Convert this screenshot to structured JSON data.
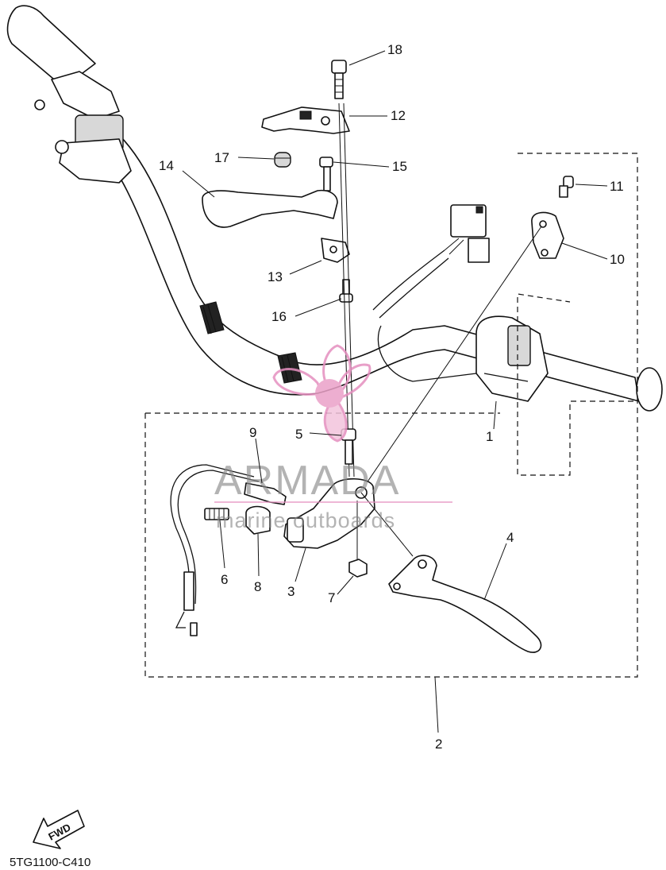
{
  "diagram_code": "5TG1100-C410",
  "fwd_label": "FWD",
  "watermark": {
    "brand": "ARMADA",
    "tagline": "marine outboards"
  },
  "callouts": [
    {
      "id": "c1",
      "label": "1"
    },
    {
      "id": "c2",
      "label": "2"
    },
    {
      "id": "c3",
      "label": "3"
    },
    {
      "id": "c4",
      "label": "4"
    },
    {
      "id": "c5",
      "label": "5"
    },
    {
      "id": "c6",
      "label": "6"
    },
    {
      "id": "c7",
      "label": "7"
    },
    {
      "id": "c8",
      "label": "8"
    },
    {
      "id": "c9",
      "label": "9"
    },
    {
      "id": "c10",
      "label": "10"
    },
    {
      "id": "c11",
      "label": "11"
    },
    {
      "id": "c12",
      "label": "12"
    },
    {
      "id": "c13",
      "label": "13"
    },
    {
      "id": "c14",
      "label": "14"
    },
    {
      "id": "c15",
      "label": "15"
    },
    {
      "id": "c16",
      "label": "16"
    },
    {
      "id": "c17",
      "label": "17"
    },
    {
      "id": "c18",
      "label": "18"
    }
  ]
}
